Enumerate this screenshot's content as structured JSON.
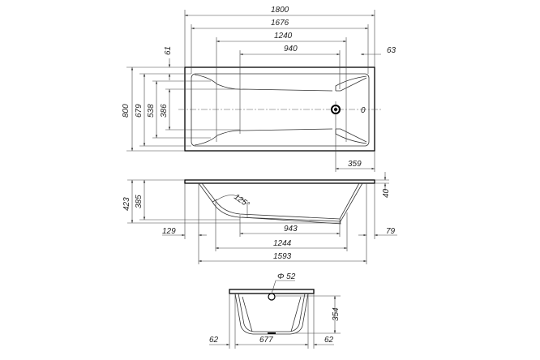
{
  "title": "Bathtub dimension drawing",
  "top_view": {
    "overall_length": "1800",
    "inner_length": "1676",
    "bottom_length": "1240",
    "flat_length": "940",
    "right_rim": "63",
    "top_rim": "61",
    "overall_width": "800",
    "inner_width": "679",
    "bottom_width": "538",
    "flat_width": "386",
    "drain_offset": "359",
    "overflow_mark": "0"
  },
  "side_view": {
    "height": "423",
    "depth": "385",
    "rim_thickness": "40",
    "left_offset": "129",
    "right_offset": "79",
    "bottom_flat": "943",
    "bottom_length": "1244",
    "inner_length": "1593",
    "angle": "125°"
  },
  "end_view": {
    "drain_diameter": "Φ 52",
    "depth": "354",
    "left_rim": "62",
    "bottom_width": "677",
    "right_rim": "62"
  }
}
